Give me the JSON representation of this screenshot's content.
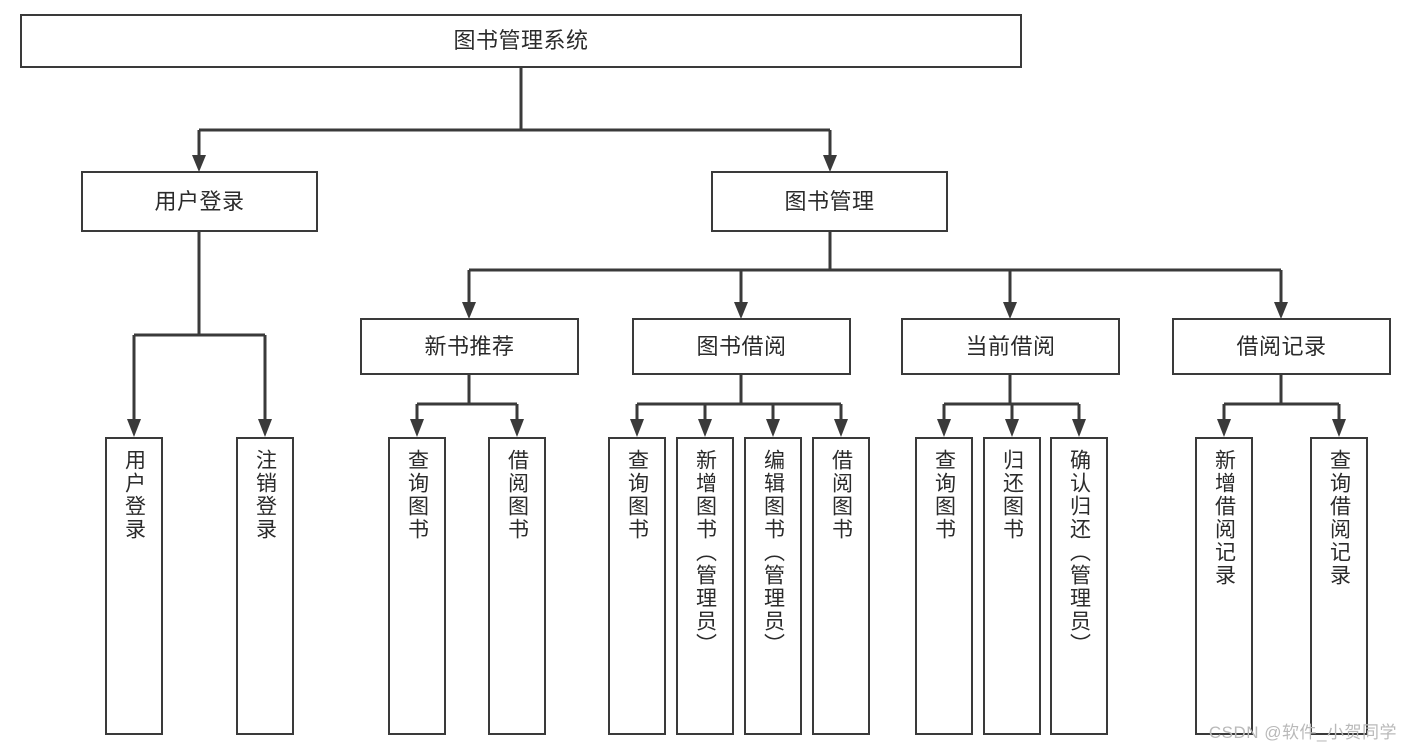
{
  "diagram": {
    "type": "tree",
    "title": "图书管理系统",
    "orientation": "top-down",
    "line_color": "#3a3a3a",
    "box_fill": "#ffffff",
    "text_color": "#2b2b2b",
    "root": {
      "id": "root",
      "label": "图书管理系统"
    },
    "level1": [
      {
        "id": "user-login",
        "label": "用户登录"
      },
      {
        "id": "book-management",
        "label": "图书管理"
      }
    ],
    "level2": [
      {
        "id": "new-book-recommend",
        "label": "新书推荐",
        "parent": "book-management"
      },
      {
        "id": "book-borrow",
        "label": "图书借阅",
        "parent": "book-management"
      },
      {
        "id": "current-borrow",
        "label": "当前借阅",
        "parent": "book-management"
      },
      {
        "id": "borrow-record",
        "label": "借阅记录",
        "parent": "book-management"
      }
    ],
    "leaves": [
      {
        "id": "leaf-user-login",
        "label": "用户登录",
        "parent": "user-login"
      },
      {
        "id": "leaf-user-logout",
        "label": "注销登录",
        "parent": "user-login"
      },
      {
        "id": "leaf-query-book-1",
        "label": "查询图书",
        "parent": "new-book-recommend"
      },
      {
        "id": "leaf-borrow-book-1",
        "label": "借阅图书",
        "parent": "new-book-recommend"
      },
      {
        "id": "leaf-query-book-2",
        "label": "查询图书",
        "parent": "book-borrow"
      },
      {
        "id": "leaf-add-book",
        "label": "新增图书（管理员）",
        "parent": "book-borrow"
      },
      {
        "id": "leaf-edit-book",
        "label": "编辑图书（管理员）",
        "parent": "book-borrow"
      },
      {
        "id": "leaf-borrow-book-2",
        "label": "借阅图书",
        "parent": "book-borrow"
      },
      {
        "id": "leaf-query-book-3",
        "label": "查询图书",
        "parent": "current-borrow"
      },
      {
        "id": "leaf-return-book",
        "label": "归还图书",
        "parent": "current-borrow"
      },
      {
        "id": "leaf-confirm-return",
        "label": "确认归还（管理员）",
        "parent": "current-borrow"
      },
      {
        "id": "leaf-add-record",
        "label": "新增借阅记录",
        "parent": "borrow-record"
      },
      {
        "id": "leaf-query-record",
        "label": "查询借阅记录",
        "parent": "borrow-record"
      }
    ]
  },
  "watermark": {
    "text": "CSDN @软件_小贺同学"
  }
}
